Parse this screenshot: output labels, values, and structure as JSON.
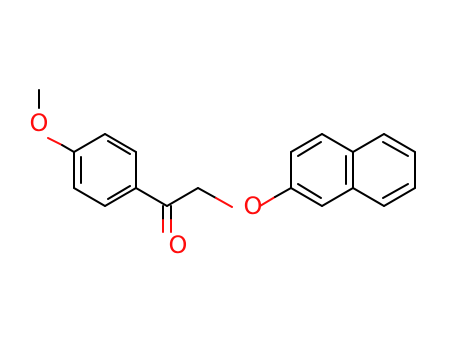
{
  "molecule": {
    "atoms": {
      "o_methoxy": "O",
      "o_carbonyl": "O",
      "o_ether": "O"
    }
  },
  "colors": {
    "carbon": "#000000",
    "oxygen": "#ff0d0d"
  }
}
